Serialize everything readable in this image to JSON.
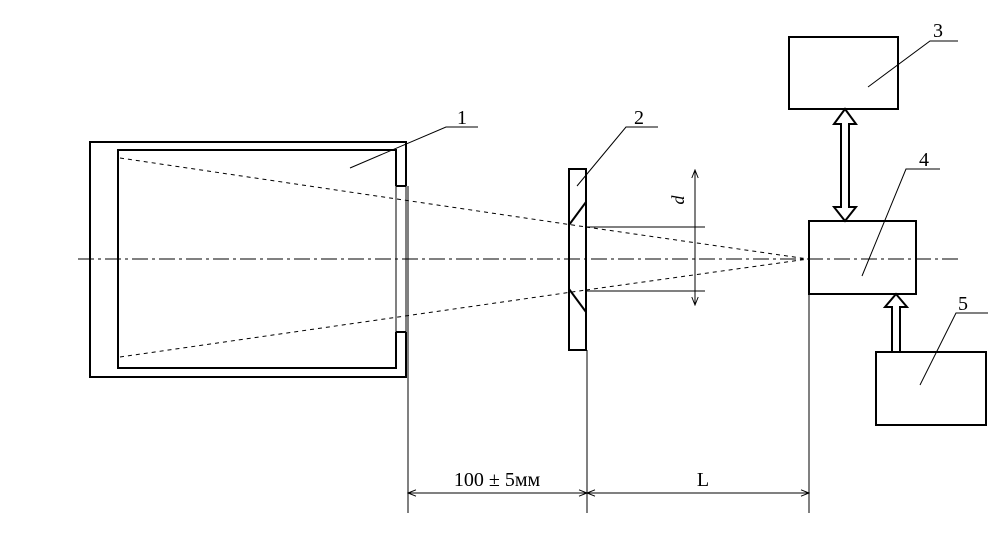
{
  "labels": {
    "part1": "1",
    "part2": "2",
    "part3": "3",
    "part4": "4",
    "part5": "5",
    "diameter": "d",
    "distance_fixed": "100 ± 5мм",
    "distance_variable": "L"
  }
}
